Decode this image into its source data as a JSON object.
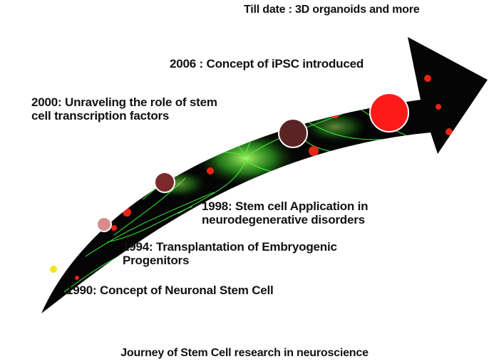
{
  "figure": {
    "caption": "Journey of Stem Cell research in neuroscience",
    "milestones": [
      {
        "id": "1990",
        "lines": [
          "1990: Concept of Neuronal Stem Cell"
        ],
        "marker_color": "#f2e61a"
      },
      {
        "id": "1994",
        "lines": [
          "1994: Transplantation of Embryogenic",
          "Progenitors"
        ],
        "marker_color": "#d98c8c"
      },
      {
        "id": "1998",
        "lines": [
          "1998: Stem cell  Application in",
          "neurodegenerative  disorders"
        ],
        "marker_color": "#7a2a2a"
      },
      {
        "id": "2000",
        "lines": [
          "2000:  Unraveling the role of stem",
          "cell transcription factors"
        ],
        "marker_color": "#5a2424"
      },
      {
        "id": "2006",
        "lines": [
          "2006 : Concept of iPSC introduced"
        ],
        "marker_color": "#ff1a1a"
      },
      {
        "id": "today",
        "lines": [
          "Till date : 3D organoids and more"
        ]
      }
    ]
  },
  "colors": {
    "arrow_base": "#050505",
    "neuron_green": "#3cff3c",
    "cell_red": "#ff2a1a",
    "text": "#111111"
  }
}
